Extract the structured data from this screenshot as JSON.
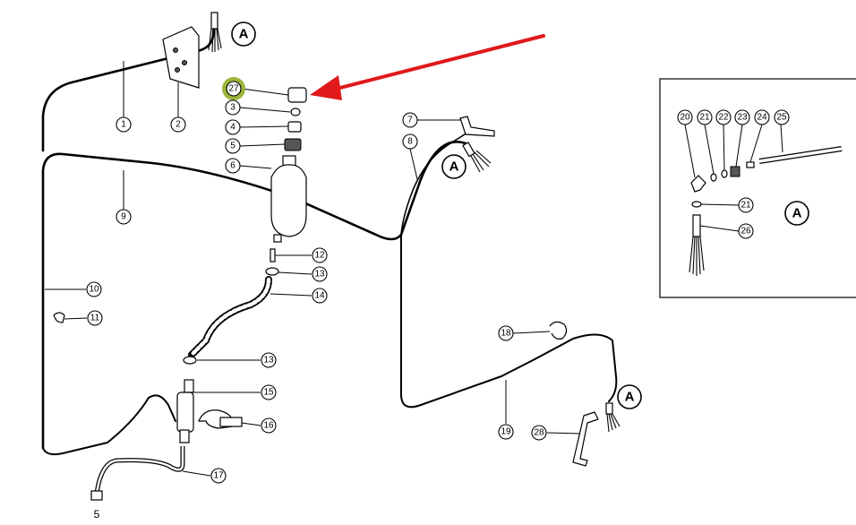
{
  "diagram": {
    "highlight_color": "#9bb53a",
    "arrow_color": "#e0191b",
    "view_label": "A",
    "bottom_label": "5",
    "callouts": [
      {
        "id": "c1",
        "label": "1"
      },
      {
        "id": "c2",
        "label": "2"
      },
      {
        "id": "c27",
        "label": "27",
        "highlighted": true
      },
      {
        "id": "c3",
        "label": "3"
      },
      {
        "id": "c4",
        "label": "4"
      },
      {
        "id": "c5",
        "label": "5"
      },
      {
        "id": "c6",
        "label": "6"
      },
      {
        "id": "c7",
        "label": "7"
      },
      {
        "id": "c8",
        "label": "8"
      },
      {
        "id": "c9",
        "label": "9"
      },
      {
        "id": "c10",
        "label": "10"
      },
      {
        "id": "c11",
        "label": "11"
      },
      {
        "id": "c12",
        "label": "12"
      },
      {
        "id": "c13a",
        "label": "13"
      },
      {
        "id": "c14",
        "label": "14"
      },
      {
        "id": "c13b",
        "label": "13"
      },
      {
        "id": "c15",
        "label": "15"
      },
      {
        "id": "c16",
        "label": "16"
      },
      {
        "id": "c17",
        "label": "17"
      },
      {
        "id": "c18",
        "label": "18"
      },
      {
        "id": "c19",
        "label": "19"
      },
      {
        "id": "c28",
        "label": "28"
      },
      {
        "id": "c20",
        "label": "20"
      },
      {
        "id": "c21a",
        "label": "21"
      },
      {
        "id": "c22",
        "label": "22"
      },
      {
        "id": "c23",
        "label": "23"
      },
      {
        "id": "c24",
        "label": "24"
      },
      {
        "id": "c25",
        "label": "25"
      },
      {
        "id": "c21b",
        "label": "21"
      },
      {
        "id": "c26",
        "label": "26"
      }
    ]
  }
}
